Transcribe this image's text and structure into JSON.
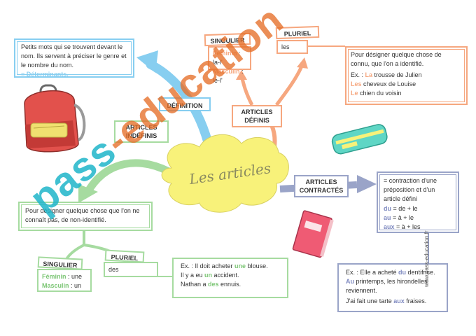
{
  "center": {
    "title": "Les articles"
  },
  "definition": {
    "label": "DÉFINITION",
    "text": "Petits mots qui se trouvent devant le nom. Ils servent à préciser le genre et le nombre du nom.",
    "highlight": "= Déterminants."
  },
  "definis": {
    "label_line1": "ARTICLES",
    "label_line2": "DÉFINIS",
    "singulier": {
      "label": "SINGULIER",
      "feminin": "Féminin",
      "feminin_value": " : la-l'",
      "masculin": "Masculin",
      "masculin_value": " : le-l'"
    },
    "pluriel": {
      "label": "PLURIEL",
      "value": "les"
    },
    "usage": "Pour désigner quelque chose de connu, que l'on a identifié.",
    "examples": [
      {
        "prefix": "Ex. : ",
        "article": "La",
        "rest": " trousse de Julien"
      },
      {
        "prefix": "",
        "article": "Les",
        "rest": " cheveux de Louise"
      },
      {
        "prefix": "",
        "article": "Le",
        "rest": " chien du voisin"
      }
    ]
  },
  "indefinis": {
    "label_line1": "ARTICLES",
    "label_line2": "INDÉFINIS",
    "usage": "Pour désigner quelque chose que l'on ne connaît pas, de non-identifié.",
    "singulier": {
      "label": "SINGULIER",
      "feminin": "Féminin",
      "feminin_value": " : une",
      "masculin": "Masculin",
      "masculin_value": " : un"
    },
    "pluriel": {
      "label": "PLURIEL",
      "value": "des"
    },
    "examples": [
      {
        "prefix": "Ex. : Il doit acheter ",
        "article": "une",
        "rest": " blouse."
      },
      {
        "prefix": "Il y a eu ",
        "article": "un",
        "rest": " accident."
      },
      {
        "prefix": "Nathan a ",
        "article": "des",
        "rest": " ennuis."
      }
    ]
  },
  "contractes": {
    "label_line1": "ARTICLES",
    "label_line2": "CONTRACTÉS",
    "definition": "= contraction d'une préposition et d'un article défini",
    "rules": [
      {
        "article": "du",
        "rest": " = de + le"
      },
      {
        "article": "au",
        "rest": " = à + le"
      },
      {
        "article": "aux",
        "rest": " = à + les"
      }
    ],
    "examples": [
      {
        "prefix": "Ex. : Elle a acheté ",
        "article": "du",
        "rest": " dentifrice."
      },
      {
        "prefix": "",
        "article": "Au",
        "rest": " printemps, les hirondelles reviennent."
      },
      {
        "prefix": "J'ai fait une tarte ",
        "article": "aux",
        "rest": " fraises."
      }
    ]
  },
  "watermark": {
    "main": "pass-education",
    "side": "www.pass-education.fr"
  },
  "colors": {
    "blue": "#87cef0",
    "orange": "#f6a77f",
    "green": "#a6dba0",
    "slate": "#9aa4c8",
    "red": "#e8732b",
    "teal": "#1fb5c9",
    "yellow": "#f8f27a"
  }
}
